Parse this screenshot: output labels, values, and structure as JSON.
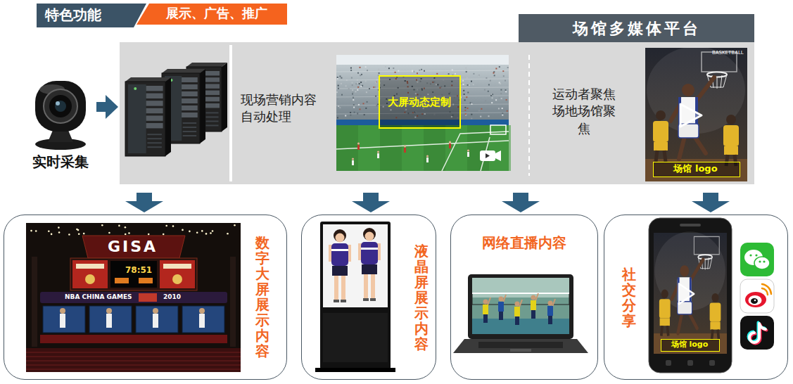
{
  "diagram": {
    "nodes": [
      {
        "text": [
          "特色功能"
        ]
      },
      {
        "text": [
          "展示、广告、推广"
        ]
      },
      {
        "text": [
          "场馆多媒体平台"
        ]
      },
      {
        "text": [
          "实时采集"
        ]
      },
      {
        "text": [
          "现场营销内容 自动处理",
          "运动者聚焦 场地场馆聚焦"
        ]
      },
      {
        "text": [
          "大屏动态定制"
        ],
        "in": 4
      },
      {
        "text": [
          "场馆 logo"
        ],
        "in": 4
      },
      {
        "text": [
          "数字大屏展示内容"
        ]
      },
      {
        "text": [
          "液晶屏展示内容"
        ]
      },
      {
        "text": [
          "网络直播内容"
        ]
      },
      {
        "text": [
          "社交分享"
        ]
      },
      {
        "text": [
          "场馆 logo"
        ],
        "in": 10
      }
    ],
    "edges": [
      {
        "from": 3,
        "to": 4,
        "arrow": "to"
      },
      {
        "from": 4,
        "to": 7,
        "arrow": "to"
      },
      {
        "from": 4,
        "to": 8,
        "arrow": "to"
      },
      {
        "from": 4,
        "to": 9,
        "arrow": "to"
      },
      {
        "from": 4,
        "to": 10,
        "arrow": "to"
      }
    ],
    "labels": [
      "GISA",
      "78:51",
      "NBA CHINA GAMES",
      "2010",
      "BASKETBALL"
    ]
  }
}
